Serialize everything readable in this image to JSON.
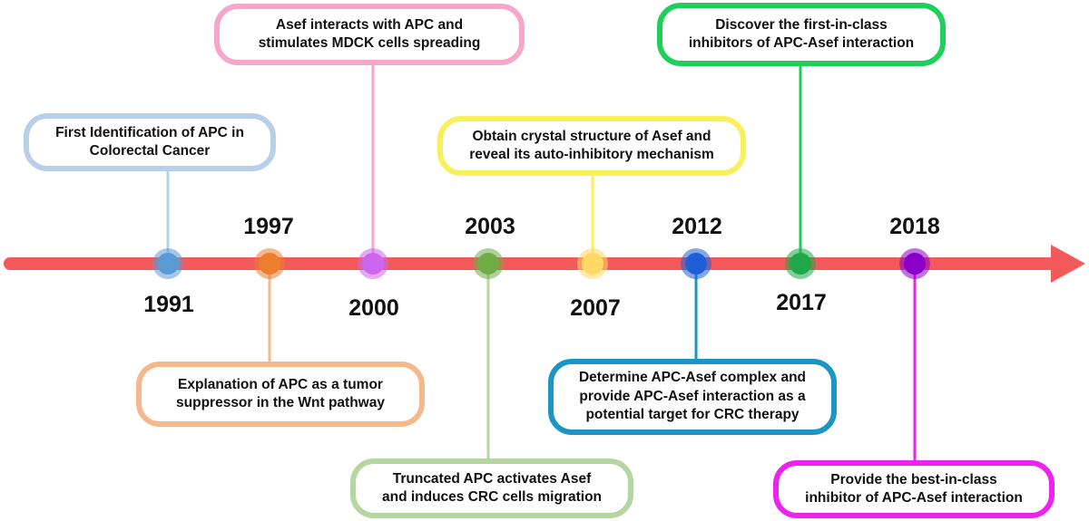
{
  "events": [
    {
      "id": "e1991",
      "year": "1991",
      "text": "First Identification of APC in\nColorectal Cancer",
      "dot_color": "#5b9bd5",
      "box_color": "#b7cfe9"
    },
    {
      "id": "e1997",
      "year": "1997",
      "text": "Explanation of APC as a tumor\nsuppressor in the Wnt pathway",
      "dot_color": "#ed7d31",
      "box_color": "#f4b88d"
    },
    {
      "id": "e2000",
      "year": "2000",
      "text": "Asef interacts with APC and\nstimulates MDCK cells spreading",
      "dot_color": "#cc66ee",
      "box_color": "#f4a6cb"
    },
    {
      "id": "e2003",
      "year": "2003",
      "text": "Truncated APC activates Asef\nand induces CRC cells migration",
      "dot_color": "#70ad47",
      "box_color": "#b5d6a0"
    },
    {
      "id": "e2007",
      "year": "2007",
      "text": "Obtain crystal structure of Asef and\nreveal its auto-inhibitory mechanism",
      "dot_color": "#ffd966",
      "box_color": "#f8f05a"
    },
    {
      "id": "e2012",
      "year": "2012",
      "text": "Determine APC-Asef complex and\nprovide APC-Asef interaction as a\npotential target for CRC therapy",
      "dot_color": "#1f5fd6",
      "box_color": "#1b96c4"
    },
    {
      "id": "e2017",
      "year": "2017",
      "text": "Discover the first-in-class\ninhibitors of APC-Asef interaction",
      "dot_color": "#1fa849",
      "box_color": "#1fcf5a"
    },
    {
      "id": "e2018",
      "year": "2018",
      "text": "Provide the best-in-class\ninhibitor of APC-Asef interaction",
      "dot_color": "#8b00c9",
      "box_color": "#ee22ee"
    }
  ],
  "colors": {
    "axis": "#f25a5a",
    "text": "#111111"
  }
}
